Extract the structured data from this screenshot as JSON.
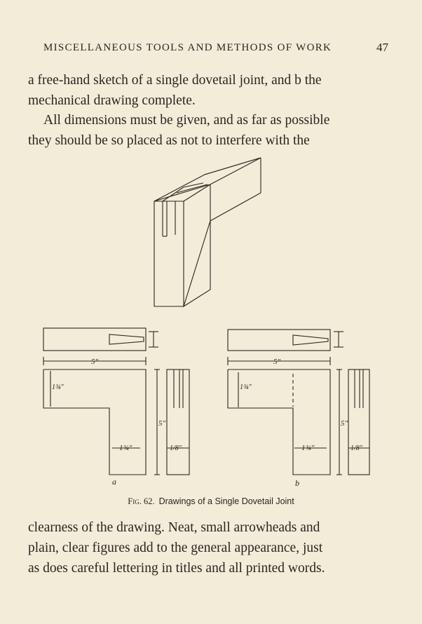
{
  "header": {
    "running_title": "MISCELLANEOUS TOOLS AND METHODS OF WORK",
    "page_number": "47"
  },
  "body": {
    "para1_lines": [
      "a free-hand sketch of a single dovetail joint, and b the",
      "mechanical drawing complete."
    ],
    "para2_lines": [
      "All dimensions must be given, and as far as possible",
      "they should be so placed as not to interfere with the"
    ],
    "para3_lines": [
      "clearness of the drawing.  Neat, small arrowheads and",
      "plain, clear figures add to the general appearance, just",
      "as does careful lettering in titles and all printed words."
    ]
  },
  "figure": {
    "label_a": "a",
    "label_b": "b",
    "dim_five_a": "5\"",
    "dim_five_b": "5\"",
    "dim_five_vert_a": "5\"",
    "dim_five_vert_b": "5\"",
    "dim_width_a": "1¾\"",
    "dim_width_b": "1¾\"",
    "dim_thick_a": "1/8\"",
    "dim_thick_b": "1/8\"",
    "dim_depth_a": "1¾\"",
    "dim_depth_b": "1¾\""
  },
  "caption": {
    "fig_label": "Fig. 62.",
    "text": "Drawings of a Single Dovetail Joint"
  }
}
